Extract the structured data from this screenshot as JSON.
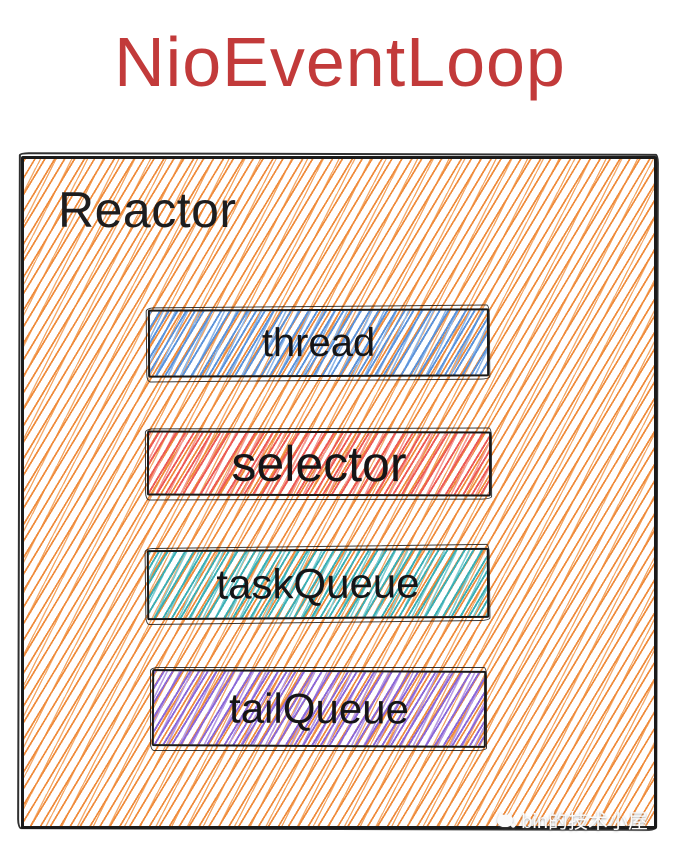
{
  "title": {
    "text": "NioEventLoop",
    "color": "#c23a3a"
  },
  "reactor": {
    "label": "Reactor",
    "hatch_color": "#ef8b3b",
    "hatch_color_light": "#f3a96a",
    "border_color": "#1b1b1b"
  },
  "blocks": [
    {
      "label": "thread",
      "color": "#5b93db",
      "color_light": "#8fb7e8"
    },
    {
      "label": "selector",
      "color": "#ec5b55",
      "color_light": "#f59b94"
    },
    {
      "label": "taskQueue",
      "color": "#3bafb5",
      "color_light": "#7fcdd1"
    },
    {
      "label": "tailQueue",
      "color": "#8b68d8",
      "color_light": "#b79be4"
    }
  ],
  "watermark": {
    "logo": "cat-logo",
    "text": "bin的技术小屋"
  }
}
